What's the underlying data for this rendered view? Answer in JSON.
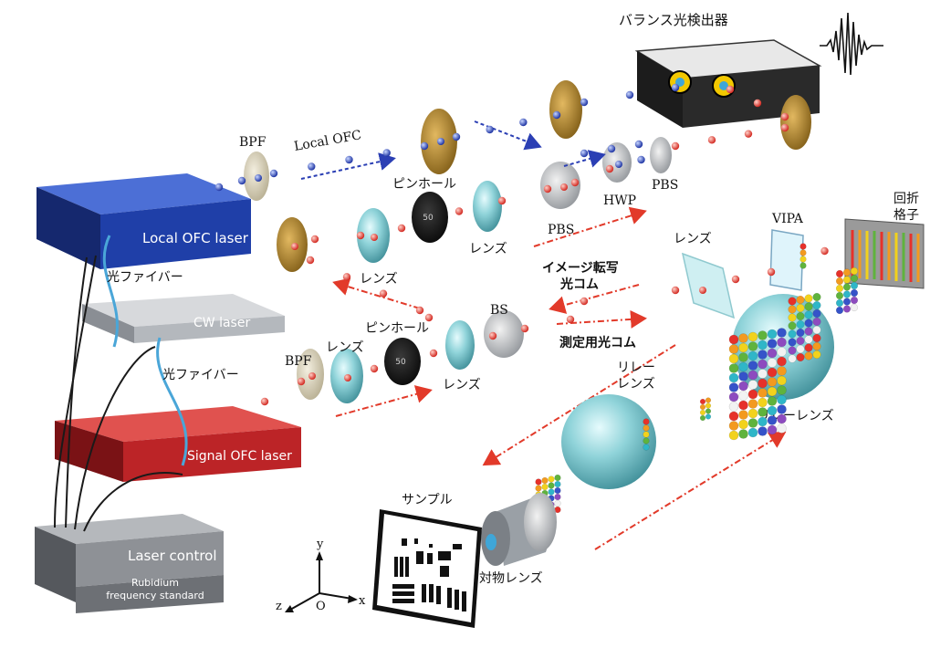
{
  "boxes": {
    "local_laser": "Local OFC laser",
    "cw_laser": "CW laser",
    "signal_laser": "Signal OFC laser",
    "laser_control": "Laser control",
    "rubidium_line1": "Rubidium",
    "rubidium_line2": "frequency standard",
    "detector": "バランス光検出器"
  },
  "labels": {
    "bpf_top": "BPF",
    "local_ofc": "Local OFC",
    "pinhole_top": "ピンホール",
    "lens_top_a": "レンズ",
    "lens_top_b": "レンズ",
    "pbs_a": "PBS",
    "pbs_b": "PBS",
    "hwp": "HWP",
    "fiber_top": "光ファイバー",
    "fiber_bottom": "光ファイバー",
    "image_comb_line1": "イメージ転写",
    "image_comb_line2": "光コム",
    "measure_comb": "測定用光コム",
    "lens_right": "レンズ",
    "vipa": "VIPA",
    "grating_line1": "回折",
    "grating_line2": "格子",
    "bpf_bottom": "BPF",
    "pinhole_bottom": "ピンホール",
    "lens_bottom_a": "レンズ",
    "lens_bottom_b": "レンズ",
    "bs": "BS",
    "relay_lens_a_line1": "リレー",
    "relay_lens_a_line2": "レンズ",
    "relay_lens_b": "リレーレンズ",
    "sample": "サンプル",
    "objective": "対物レンズ",
    "axis_x": "x",
    "axis_y": "y",
    "axis_z": "z",
    "axis_origin": "O",
    "pinhole_num": "50"
  },
  "colors": {
    "local_box": "#1f3fa8",
    "cw_box": "#b9bdc2",
    "signal_box": "#c0262a",
    "control_box": "#8e9196",
    "rubidium_box": "#6d7075",
    "detector_box": "#2a2a2a",
    "fiber": "#4aa6d8",
    "mirror": "#b98b2a",
    "lens": "#7cc7cf",
    "arrow_red": "#e23a2a",
    "arrow_blue": "#2b3fb4",
    "label_blue": "#2a6cc4"
  }
}
